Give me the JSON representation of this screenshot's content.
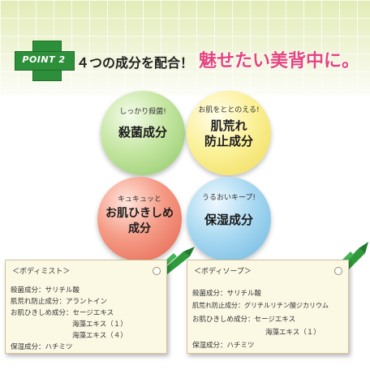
{
  "header": {
    "badge_text": "POINT 2",
    "headline": "４つの成分を配合！",
    "headline_accent": "魅せたい美背中に。"
  },
  "ingredients": [
    {
      "small": "しっかり殺菌!",
      "big": [
        "殺菌成分"
      ],
      "color": "#8fc86a"
    },
    {
      "small": "お肌をととのえる!",
      "big": [
        "肌荒れ",
        "防止成分"
      ],
      "color": "#eedb55"
    },
    {
      "small": "キュキュッと",
      "big": [
        "お肌ひきしめ",
        "成分"
      ],
      "color": "#e4634f"
    },
    {
      "small": "うるおいキープ!",
      "big": [
        "保湿成分"
      ],
      "color": "#6fb7e0"
    }
  ],
  "cards": [
    {
      "title": "＜ボディミスト＞",
      "lines": [
        "殺菌成分：サリチル酸",
        "肌荒れ防止成分：アラントイン",
        "お肌ひきしめ成分：セージエキス",
        "海藻エキス（１）",
        "海藻エキス（４）",
        "保湿成分：ハチミツ"
      ]
    },
    {
      "title": "＜ボディソープ＞",
      "lines": [
        "殺菌成分：サリチル酸",
        "肌荒れ防止成分：グリチルリチン酸ジカリウム",
        "お肌ひきしめ成分：セージエキス",
        "海藻エキス（１）",
        "保湿成分：ハチミツ"
      ]
    }
  ],
  "colors": {
    "badge_green": "#2e8f3b",
    "accent_pink": "#e4457e",
    "ribbon_green": "#2e9a3c"
  }
}
